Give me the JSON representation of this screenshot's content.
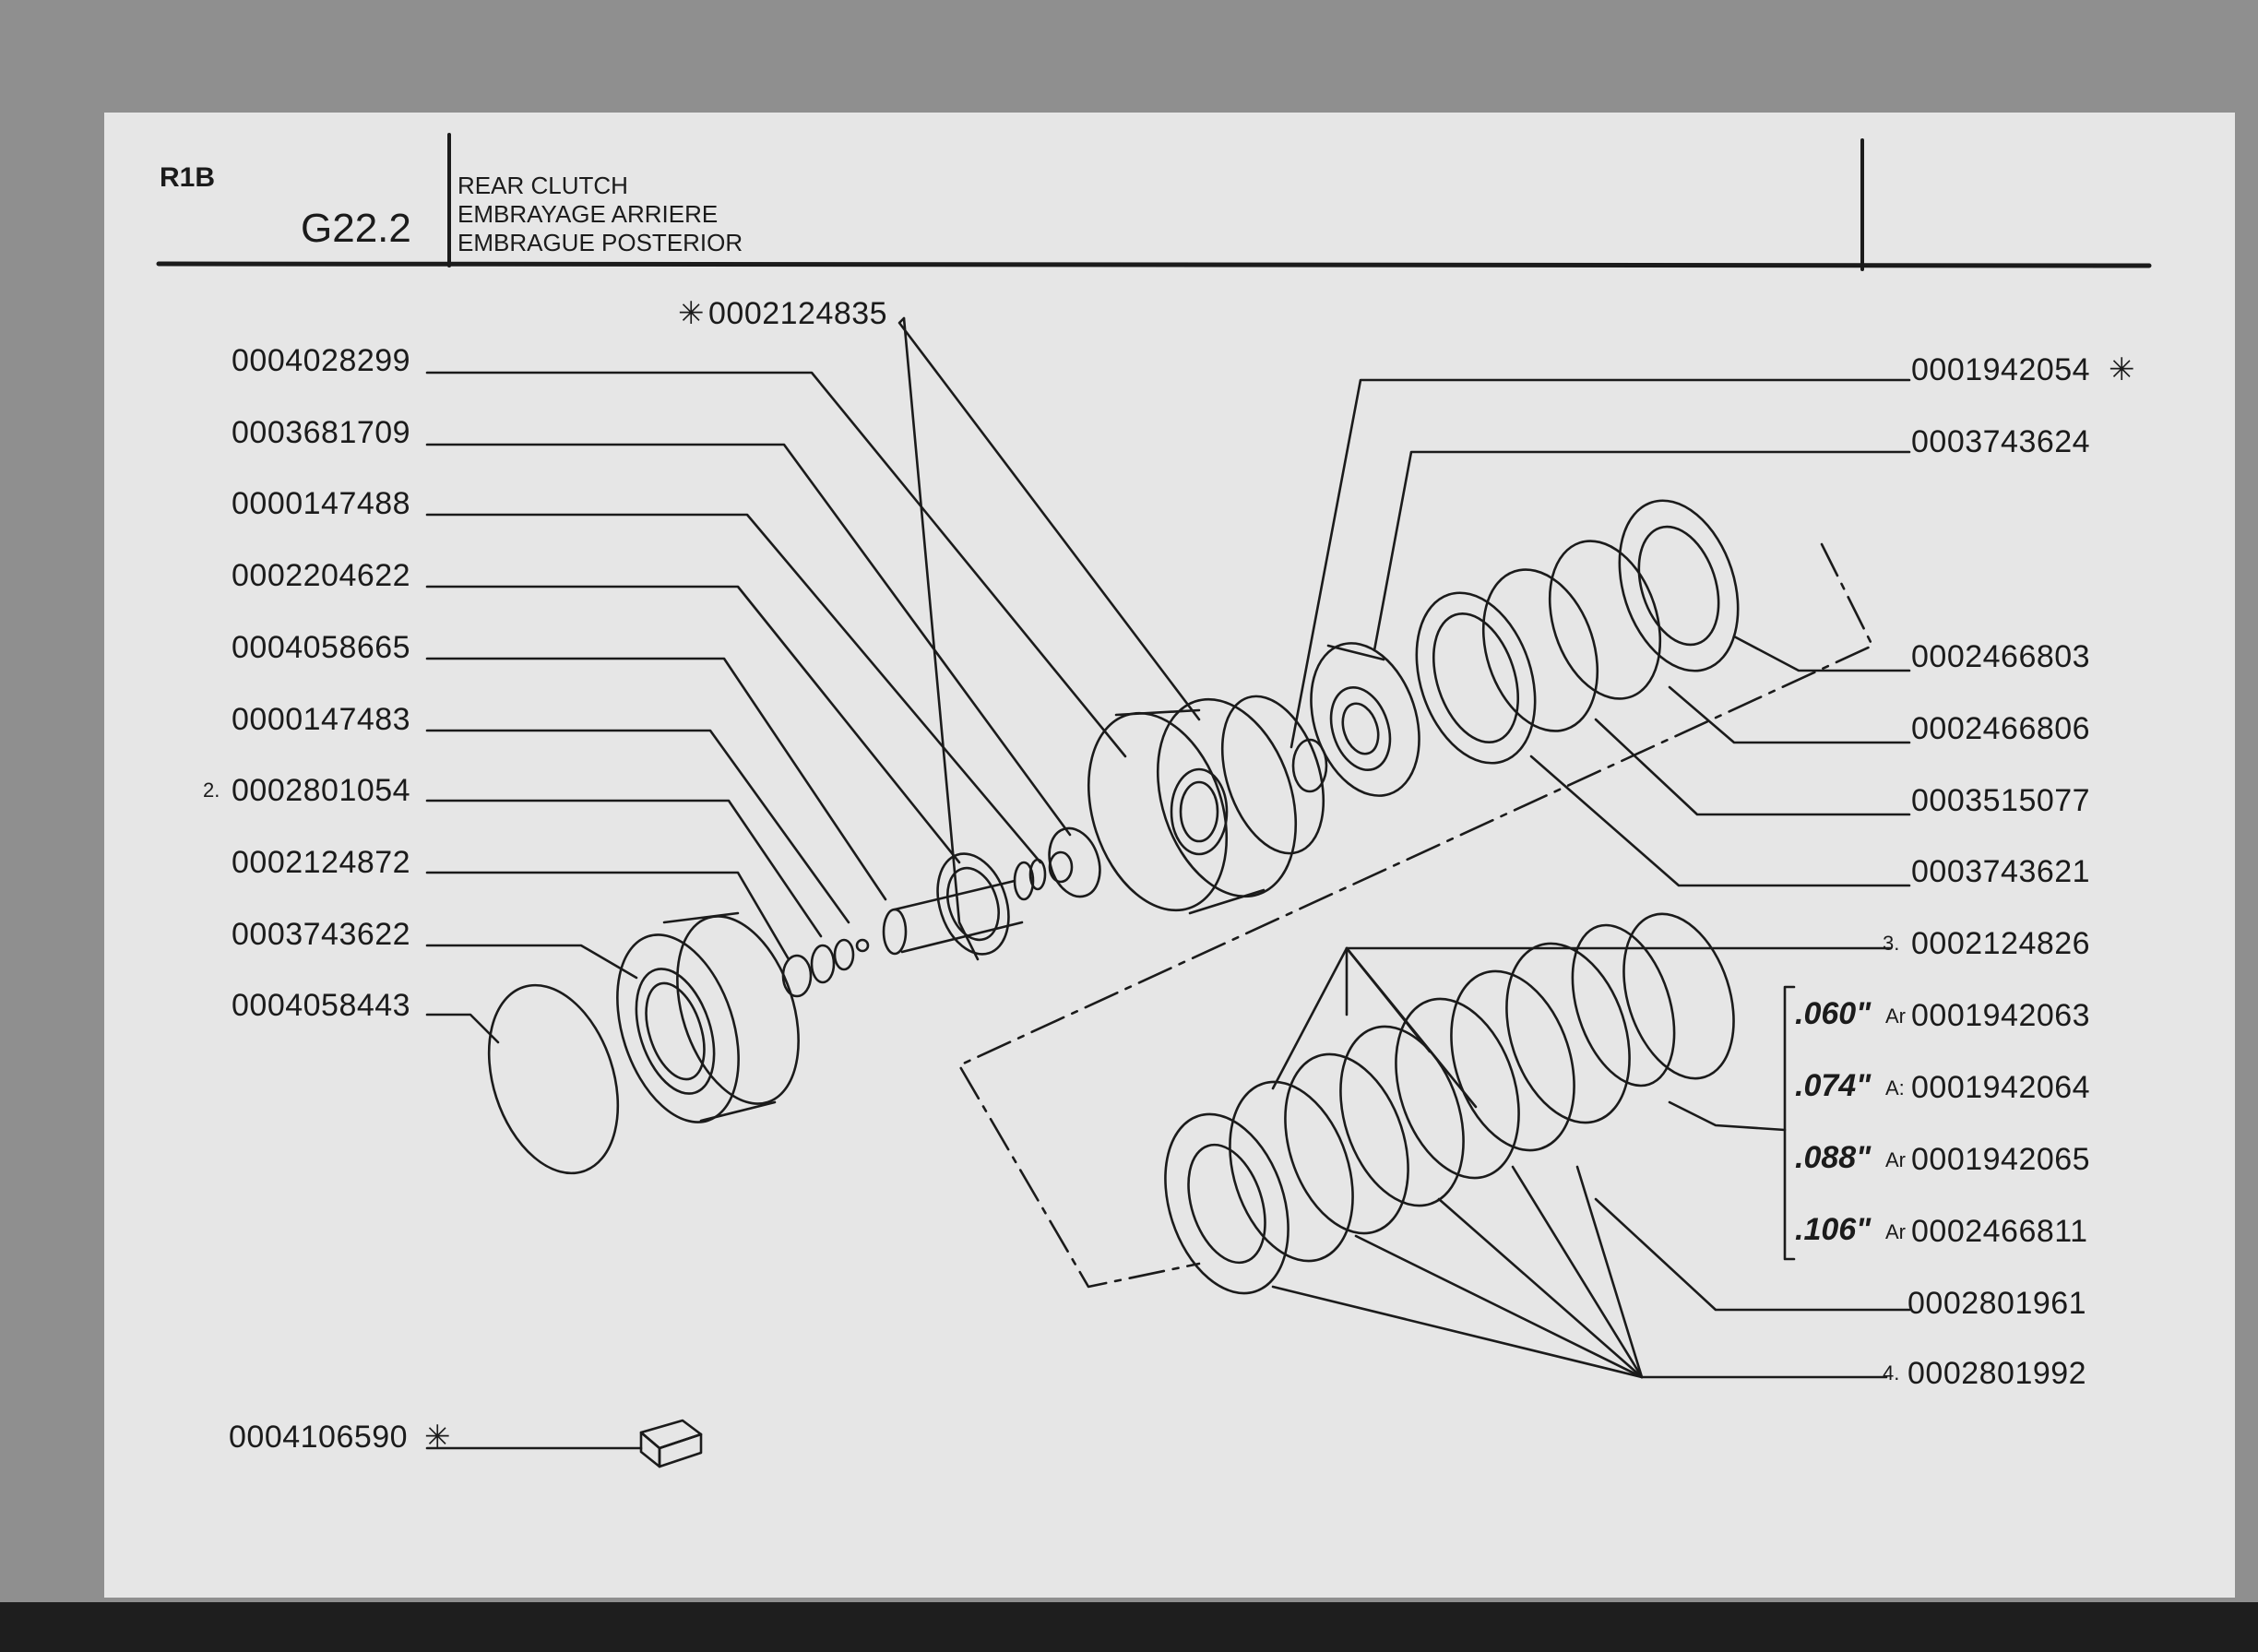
{
  "header": {
    "model": "R1B",
    "section": "G22.2",
    "title_en": "REAR CLUTCH",
    "title_fr": "EMBRAYAGE ARRIERE",
    "title_es": "EMBRAGUE POSTERIOR"
  },
  "left_labels": [
    "0004028299",
    "0003681709",
    "0000147488",
    "0002204622",
    "0004058665",
    "0000147483",
    "0002801054",
    "0002124872",
    "0003743622",
    "0004058443"
  ],
  "qty_marks": {
    "l7": "2.",
    "r9": "3.",
    "r15": "4."
  },
  "top_label": "0002124835",
  "star": "✳",
  "right_labels": [
    "0001942054",
    "0003743624",
    "0002466803",
    "0002466806",
    "0003515077",
    "0003743621",
    "0002124826"
  ],
  "thickness_options": [
    {
      "size": ".060\"",
      "mark": "Ar",
      "code": "0001942063"
    },
    {
      "size": ".074\"",
      "mark": "A:",
      "code": "0001942064"
    },
    {
      "size": ".088\"",
      "mark": "Ar",
      "code": "0001942065"
    },
    {
      "size": ".106\"",
      "mark": "Ar",
      "code": "0002466811"
    }
  ],
  "lower_right_labels": [
    "0002801961",
    "0002801992"
  ],
  "kit_label": "0004106590",
  "colors": {
    "paper": "#e6e6e6",
    "ink": "#1b1b1b",
    "background": "#8f8f8f"
  }
}
